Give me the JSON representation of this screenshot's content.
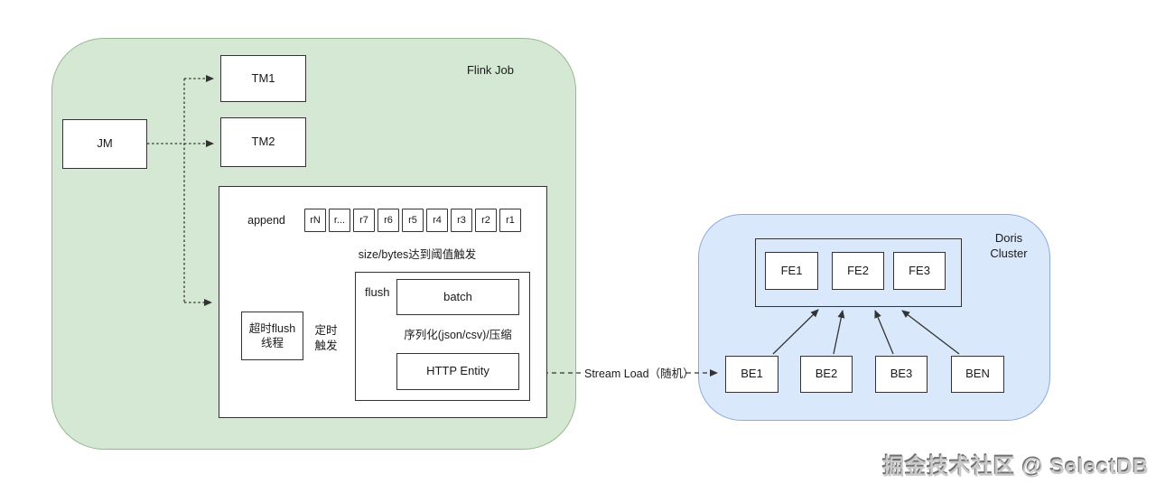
{
  "colors": {
    "canvas-bg": "#ffffff",
    "flink-fill": "#d5e8d4",
    "flink-border": "#97b791",
    "doris-fill": "#dae8fc",
    "doris-border": "#8caade",
    "node-fill": "#ffffff",
    "node-border": "#333333",
    "line": "#333333",
    "text": "#1a1a1a",
    "watermark": "#c9c9c9"
  },
  "flink": {
    "label": "Flink Job",
    "jm_label": "JM",
    "tm1_label": "TM1",
    "tm2_label": "TM2",
    "append_label": "append",
    "queue_cells": [
      "rN",
      "r...",
      "r7",
      "r6",
      "r5",
      "r4",
      "r3",
      "r2",
      "r1"
    ],
    "size_trigger_label": "size/bytes达到阈值触发",
    "flush_label": "flush",
    "batch_label": "batch",
    "serialize_label": "序列化(json/csv)/压缩",
    "http_entity_label": "HTTP Entity",
    "timeout_thread_label": "超时flush线程",
    "timer_trigger_label": "定时触发"
  },
  "stream_load_label": "Stream Load（随机）",
  "doris": {
    "label": "Doris Cluster",
    "fe_nodes": [
      "FE1",
      "FE2",
      "FE3"
    ],
    "be_nodes": [
      "BE1",
      "BE2",
      "BE3",
      "BEN"
    ]
  },
  "watermark": "掘金技术社区 @ SelectDB"
}
